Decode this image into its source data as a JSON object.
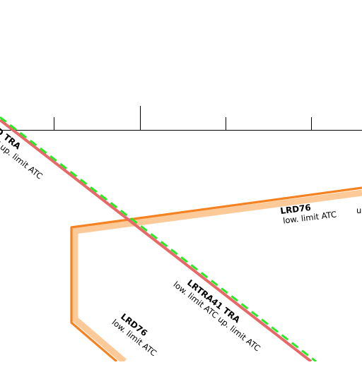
{
  "map": {
    "colors": {
      "background": "#ffffff",
      "tra_boundary": "#e8686a",
      "tra_dash": "#22ee22",
      "lrd_boundary": "#f58220",
      "lrd_halo": "#fcc999",
      "scale": "#000000"
    },
    "labels": {
      "tra_left_name": "D TRA",
      "tra_left_limits": "ATC up. limit ATC",
      "tra_center_name": "LRTRA41 TRA",
      "tra_center_limits": "low. limit ATC up. limit ATC",
      "lrd_top_name": "LRD76",
      "lrd_top_limits": "low. limit ATC",
      "lrd_top_cut": "u",
      "lrd_bottom_name": "LRD76",
      "lrd_bottom_limits": "low. limit ATC"
    }
  }
}
